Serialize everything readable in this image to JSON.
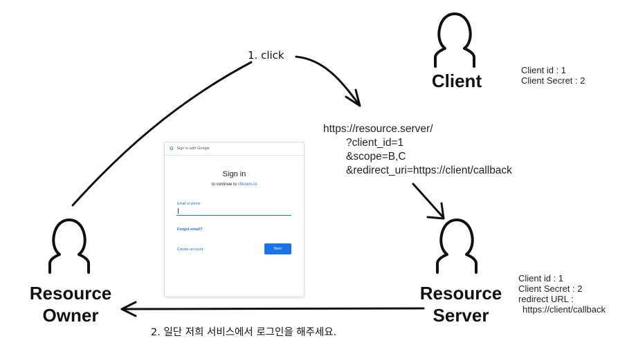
{
  "actors": {
    "client": {
      "label": "Client",
      "icon": "person-icon"
    },
    "resource_owner": {
      "line1": "Resource",
      "line2": "Owner",
      "icon": "person-icon"
    },
    "resource_server": {
      "line1": "Resource",
      "line2": "Server",
      "icon": "person-icon"
    }
  },
  "client_info": {
    "client_id": "Client id : 1",
    "client_secret": "Client Secret : 2"
  },
  "server_info": {
    "client_id": "Client id : 1",
    "client_secret": "Client Secret : 2",
    "redirect_label": "redirect URL :",
    "redirect_value": "https://client/callback"
  },
  "auth_url": {
    "base": "https://resource.server/",
    "client_id": "?client_id=1",
    "scope": "&scope=B,C",
    "redirect_uri": "&redirect_uri=https://client/callback"
  },
  "steps": {
    "step1": "1. click",
    "step2": "2. 일단 저희 서비스에서 로그인을 해주세요."
  },
  "signin_card": {
    "header": "Sign in with Google",
    "google_glyph": "G",
    "title": "Sign in",
    "subtitle_prefix": "to continue to",
    "subtitle_link": "c9users.io",
    "field_label": "Email or phone",
    "forgot": "Forgot email?",
    "create": "Create account",
    "next": "Next",
    "accent": "#1a73e8"
  }
}
